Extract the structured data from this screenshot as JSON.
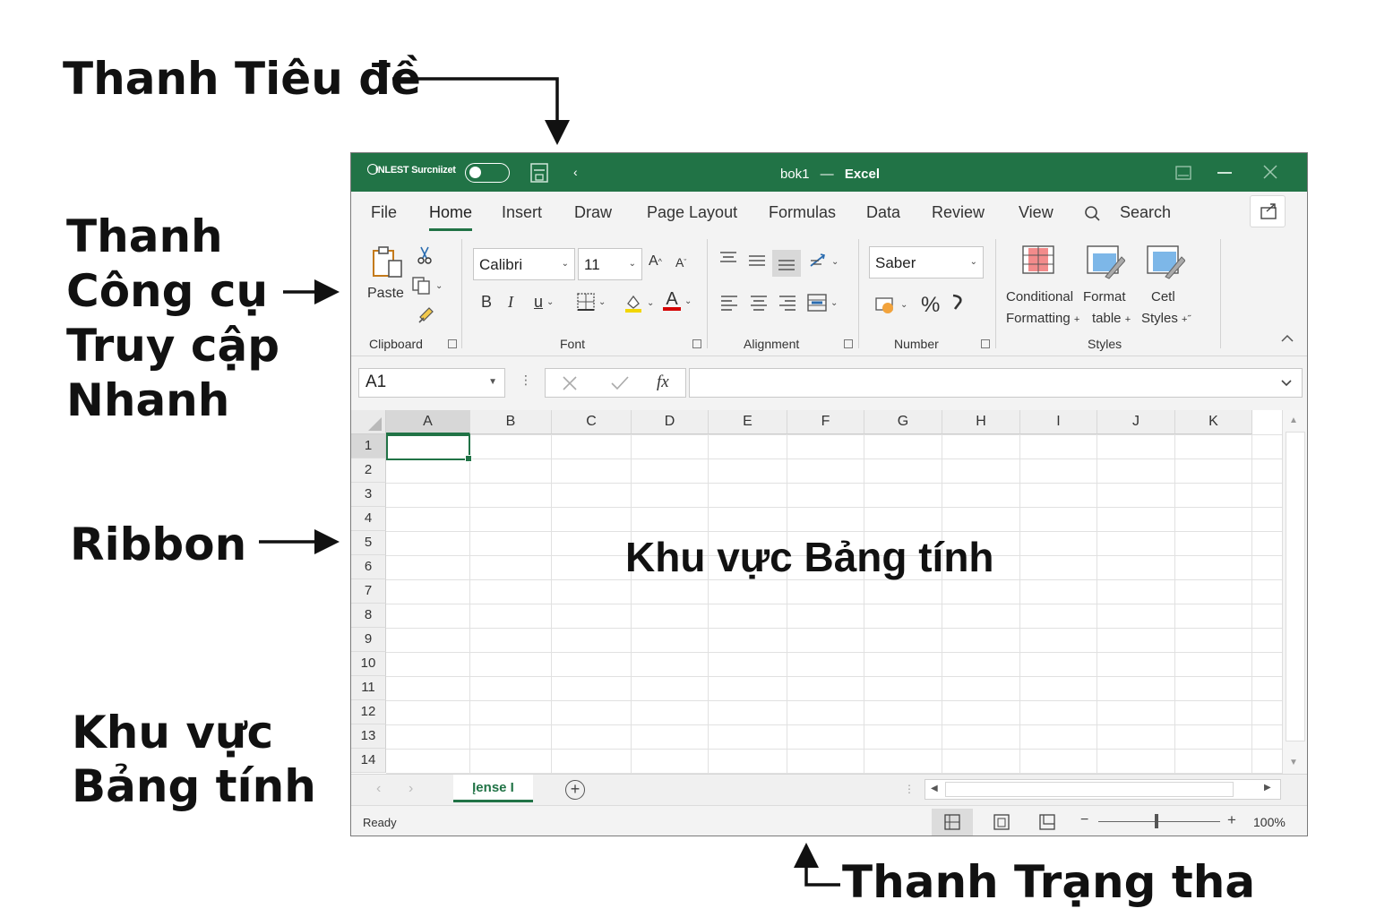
{
  "annotations": {
    "title_bar": "Thanh Tiêu đề",
    "quick_access": [
      "Thanh",
      "Công cụ",
      "Truy cập",
      "Nhanh"
    ],
    "ribbon": "Ribbon",
    "sheet_area": [
      "Khu vực",
      "Bảng tính"
    ],
    "status_bar": "Thanh Trạng tha"
  },
  "title_bar": {
    "autosave_label": "INLEST Surcniizet",
    "doc_name": "bok1",
    "separator": "—",
    "app_name": "Excel",
    "qat_more": "‹",
    "background": "#217346"
  },
  "tabs": [
    {
      "label": "File",
      "active": false
    },
    {
      "label": "Home",
      "active": true
    },
    {
      "label": "Insert",
      "active": false
    },
    {
      "label": "Draw",
      "active": false
    },
    {
      "label": "Page Layout",
      "active": false
    },
    {
      "label": "Formulas",
      "active": false
    },
    {
      "label": "Data",
      "active": false
    },
    {
      "label": "Review",
      "active": false
    },
    {
      "label": "View",
      "active": false
    }
  ],
  "search": {
    "label": "Search"
  },
  "ribbon": {
    "clipboard": {
      "paste_label": "Paste",
      "group_label": "Clipboard"
    },
    "font": {
      "font_name": "Calibri",
      "font_size": "11",
      "grow_label": "A",
      "shrink_label": "A",
      "bold_label": "B",
      "italic_label": "I",
      "underline_label": "u",
      "font_color_label": "A",
      "group_label": "Font"
    },
    "alignment": {
      "group_label": "Alignment"
    },
    "number": {
      "format": "Saber",
      "percent_label": "%",
      "group_label": "Number"
    },
    "styles": {
      "conditional_line1": "Conditional",
      "conditional_line2": "Formatting",
      "format_table_line1": "Format",
      "format_table_line2": "table",
      "cell_styles_line1": "Cetl",
      "cell_styles_line2": "Styles",
      "group_label": "Styles"
    }
  },
  "formula_bar": {
    "name_box": "A1",
    "function_label": "fx",
    "formula": ""
  },
  "grid": {
    "columns": [
      "A",
      "B",
      "C",
      "D",
      "E",
      "F",
      "G",
      "H",
      "I",
      "J",
      "K"
    ],
    "rows": [
      "1",
      "2",
      "3",
      "4",
      "5",
      "6",
      "7",
      "8",
      "9",
      "10",
      "11",
      "12",
      "13",
      "14"
    ],
    "active_cell": "A1",
    "overlay_label": "Khu vực Bảng tính"
  },
  "sheets": {
    "tabs": [
      "Įense I"
    ],
    "active": "Įense I",
    "add_label": "+"
  },
  "status_bar": {
    "status": "Ready",
    "zoom_level": "100%",
    "zoom_percent": 100
  },
  "colors": {
    "accent": "#217346",
    "ribbon_bg": "#f3f3f3",
    "gridline": "#e1e1e1"
  }
}
